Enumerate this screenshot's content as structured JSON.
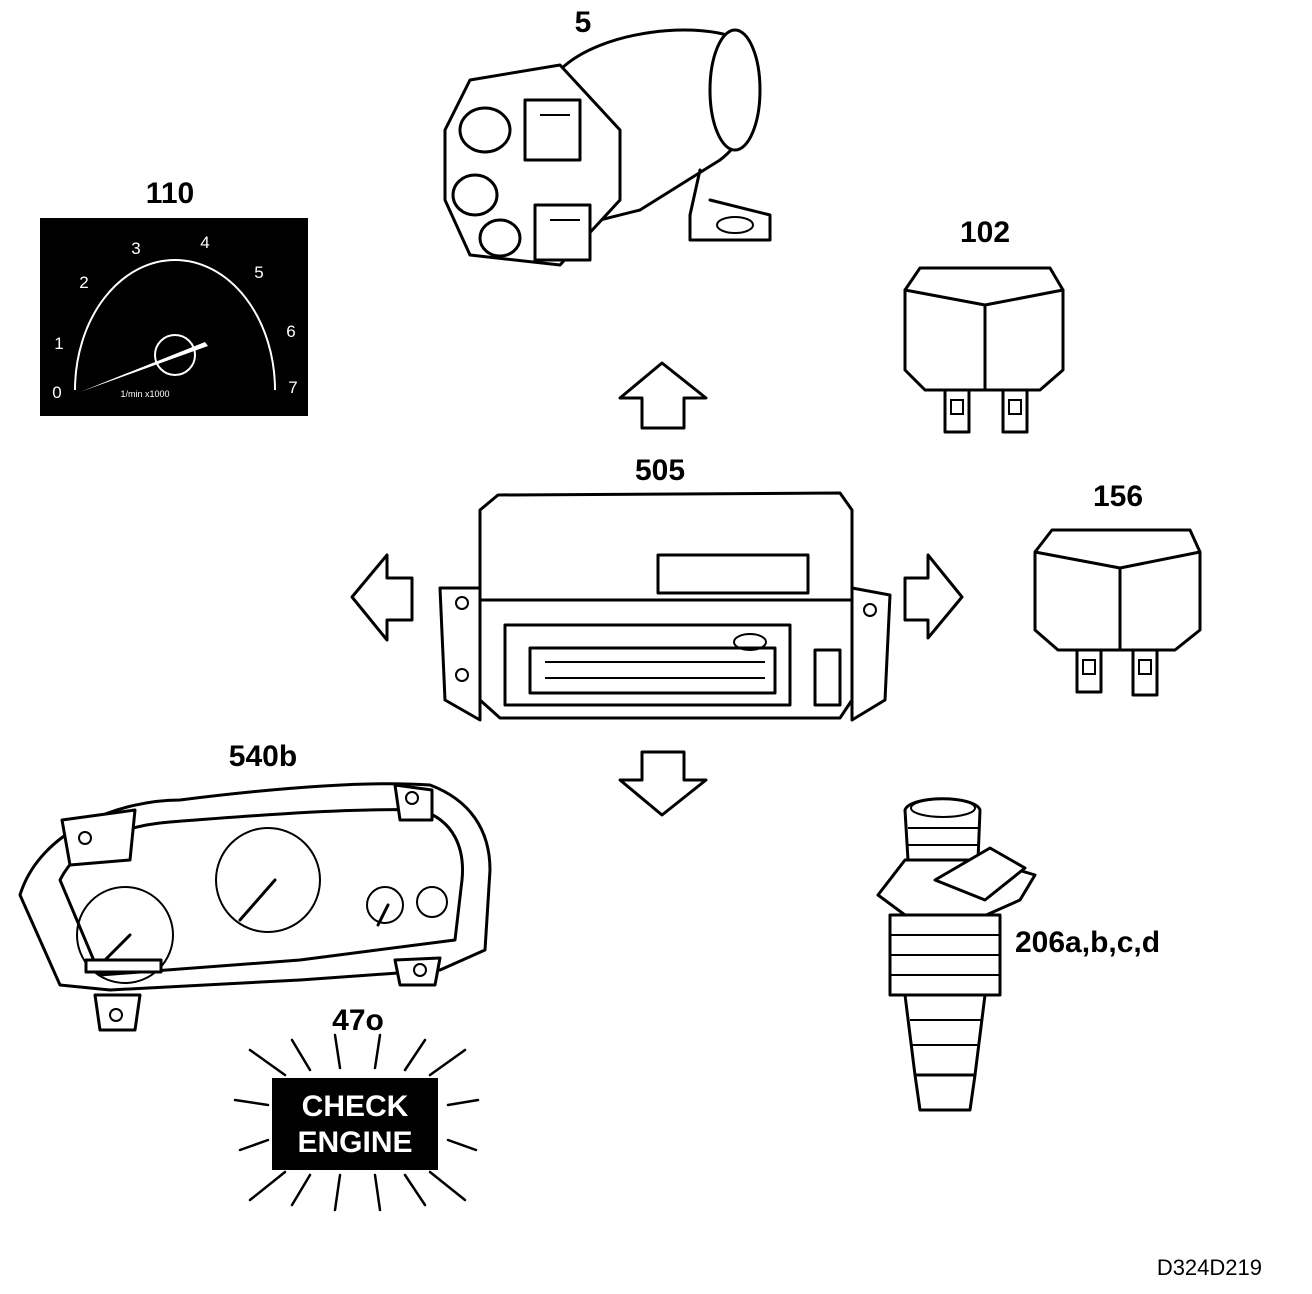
{
  "components": {
    "c5": {
      "label": "5"
    },
    "c110": {
      "label": "110"
    },
    "c102": {
      "label": "102"
    },
    "c505": {
      "label": "505"
    },
    "c156": {
      "label": "156"
    },
    "c540b": {
      "label": "540b"
    },
    "c206": {
      "label": "206a,b,c,d"
    },
    "c47o": {
      "label": "47o"
    }
  },
  "tachometer": {
    "scale": [
      "0",
      "1",
      "2",
      "3",
      "4",
      "5",
      "6",
      "7"
    ],
    "subtitle": "1/min x1000"
  },
  "warning_lamp": {
    "line1": "CHECK",
    "line2": "ENGINE"
  },
  "drawing_code": "D324D219"
}
